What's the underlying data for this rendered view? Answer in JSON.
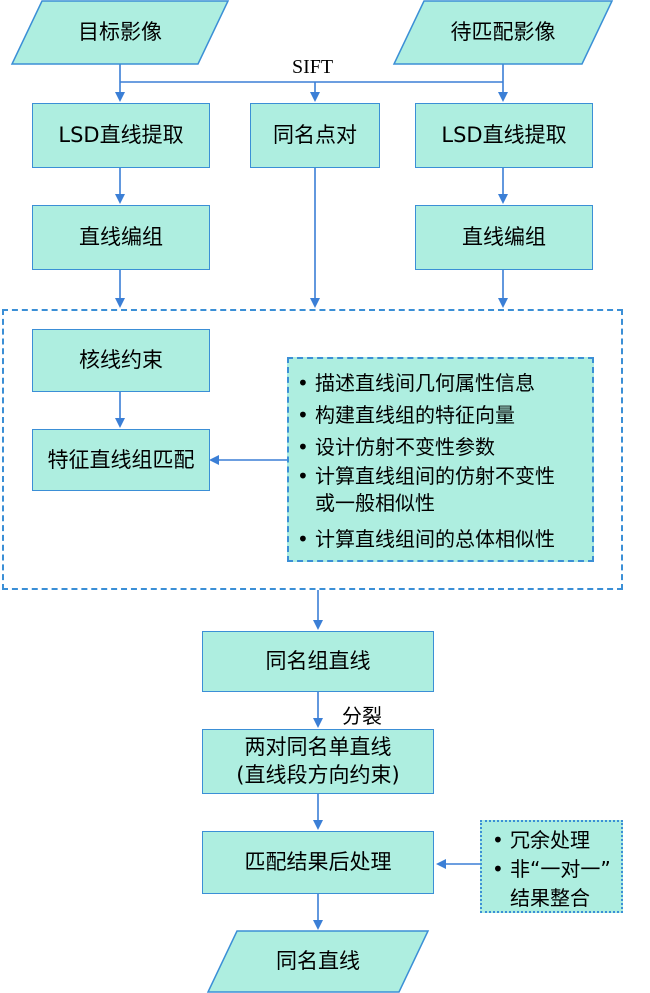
{
  "nodes": {
    "target_image": "目标影像",
    "match_image": "待匹配影像",
    "lsd_left": "LSD直线提取",
    "homonymous_points": "同名点对",
    "lsd_right": "LSD直线提取",
    "group_left": "直线编组",
    "group_right": "直线编组",
    "epipolar": "核线约束",
    "feature_match": "特征直线组匹配",
    "homonymous_groups": "同名组直线",
    "two_pairs_line1": "两对同名单直线",
    "two_pairs_line2": "(直线段方向约束)",
    "postprocess": "匹配结果后处理",
    "result": "同名直线"
  },
  "feature_steps": [
    "描述直线间几何属性信息",
    "构建直线组的特征向量",
    "设计仿射不变性参数",
    "计算直线组间的仿射不变性",
    "或一般相似性",
    "计算直线组间的总体相似性"
  ],
  "postprocess_steps": [
    "冗余处理",
    "非“一对一”",
    "结果整合"
  ],
  "edge_labels": {
    "sift": "SIFT",
    "split": "分裂"
  },
  "colors": {
    "fill": "#aeeee0",
    "stroke": "#3b8fd6",
    "arrow": "#3b7fd6"
  }
}
